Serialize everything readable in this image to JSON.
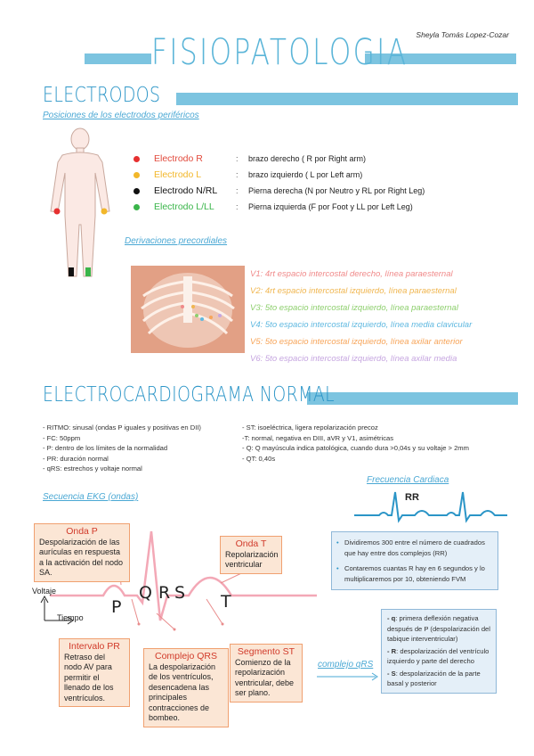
{
  "header": {
    "title": "FISIOPATOLOGIA",
    "author": "Sheyla Tomás Lopez-Cozar"
  },
  "electrodos": {
    "title": "ELECTRODOS",
    "subtitle": "Posiciones de los electrodos periféricos",
    "items": [
      {
        "name": "Electrodo R",
        "sep": ":",
        "desc": "brazo derecho ( R por Right arm)",
        "color": "#e63030",
        "name_color": "#e24a3c"
      },
      {
        "name": "Electrodo L",
        "sep": ":",
        "desc": "brazo izquierdo ( L por Left arm)",
        "color": "#f2b72a",
        "name_color": "#f2b72a"
      },
      {
        "name": "Electrodo N/RL",
        "sep": ":",
        "desc": "Pierna derecha (N por Neutro y RL por Right Leg)",
        "color": "#111111",
        "name_color": "#111111"
      },
      {
        "name": "Electrodo L/LL",
        "sep": ":",
        "desc": "Pierna izquierda (F por Foot y LL por Left Leg)",
        "color": "#3ab54a",
        "name_color": "#3ab54a"
      }
    ],
    "precordial_subtitle": "Derivaciones precordiales",
    "precordial": [
      {
        "text": "V1: 4rt espacio intercostal derecho, línea paraesternal",
        "color": "#f08a8a"
      },
      {
        "text": "V2: 4rt espacio intercostal izquierdo, línea paraesternal",
        "color": "#f0b650"
      },
      {
        "text": "V3: 5to espacio intercostal izquierdo, línea paraesternal",
        "color": "#8ecf6e"
      },
      {
        "text": "V4: 5to espacio intercostal izquierdo, línea media clavicular",
        "color": "#5fb8e0"
      },
      {
        "text": "V5: 5to espacio intercostal izquierdo, línea axilar anterior",
        "color": "#f7a55a"
      },
      {
        "text": "V6: 5to espacio intercostal izquierdo, línea axilar media",
        "color": "#c6a6e0"
      }
    ]
  },
  "ecg": {
    "title": "ELECTROCARDIOGRAMA NORMAL",
    "notes_left": [
      "- RITMO: sinusal (ondas P iguales y positivas en DII)",
      "- FC:  50ppm",
      "- P: dentro de los límites de la normalidad",
      "- PR: duración normal",
      "- qRS: estrechos y voltaje normal"
    ],
    "notes_right": [
      "- ST: isoeléctrica, ligera repolarización precoz",
      "-T: normal, negativa en DIII, aVR y V1, asimétricas",
      "- Q: Q mayúscula indica patológica, cuando dura >0,04s y su voltaje > 2mm",
      "- QT: 0,40s"
    ],
    "seq_title": "Secuencia EKG (ondas)",
    "axis_y": "Voltaje",
    "axis_x": "Tiempo",
    "letters": {
      "p": "P",
      "q": "Q",
      "r": "R",
      "s": "S",
      "t": "T"
    },
    "boxes": {
      "onda_p": {
        "title": "Onda P",
        "body": "Despolarización de las aurículas en respuesta a la activación del nodo SA."
      },
      "onda_t": {
        "title": "Onda T",
        "body": "Repolarización ventricular"
      },
      "intervalo_pr": {
        "title": "Intervalo PR",
        "body": "Retraso del nodo AV para permitir el llenado de los ventrículos."
      },
      "complejo_qrs": {
        "title": "Complejo QRS",
        "body": "La despolarización de los ventrículos, desencadena las principales contracciones de bombeo."
      },
      "segmento_st": {
        "title": "Segmento ST",
        "body": "Comienzo de la repolarización ventricular, debe ser plano."
      }
    },
    "freq": {
      "title": "Frecuencia Cardiaca",
      "rr": "RR",
      "bullets": [
        "Dividiremos 300 entre el número de cuadrados que hay entre dos complejos (RR)",
        "Contaremos cuantas R hay en 6 segundos y lo multiplicaremos por 10, obteniendo FVM"
      ]
    },
    "qrs_label": "complejo qRS",
    "qrs_box": [
      {
        "key": "- q",
        "text": ": primera deflexión negativa después de P (despolarización del tabique interventricular)"
      },
      {
        "key": "- R",
        "text": ": despolarización del ventrículo izquierdo y parte del derecho"
      },
      {
        "key": "- S",
        "text": ": despolarización de la parte basal y posterior"
      }
    ]
  }
}
